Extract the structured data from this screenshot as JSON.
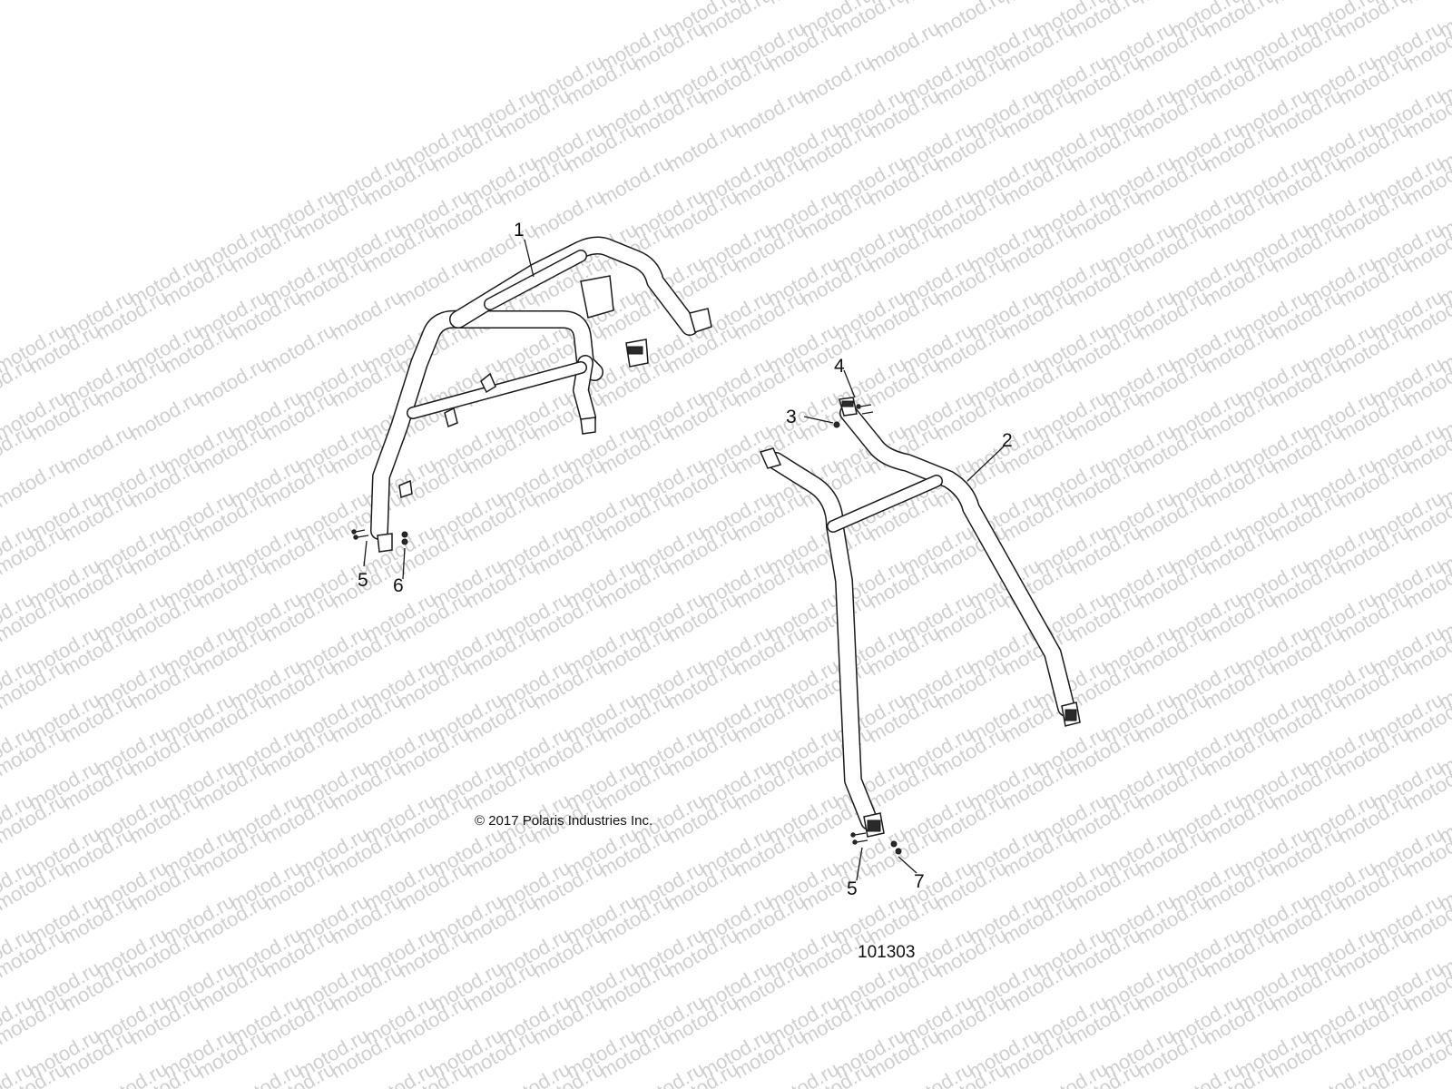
{
  "diagram": {
    "callouts": [
      {
        "id": "c1",
        "label": "1"
      },
      {
        "id": "c2",
        "label": "2"
      },
      {
        "id": "c3",
        "label": "3"
      },
      {
        "id": "c4",
        "label": "4"
      },
      {
        "id": "c5a",
        "label": "5"
      },
      {
        "id": "c5b",
        "label": "5"
      },
      {
        "id": "c6",
        "label": "6"
      },
      {
        "id": "c7",
        "label": "7"
      }
    ],
    "copyright": "© 2017 Polaris Industries Inc.",
    "figure_number": "101303"
  },
  "watermark": {
    "text": "motod.ru",
    "color": "#cfcfcf"
  }
}
